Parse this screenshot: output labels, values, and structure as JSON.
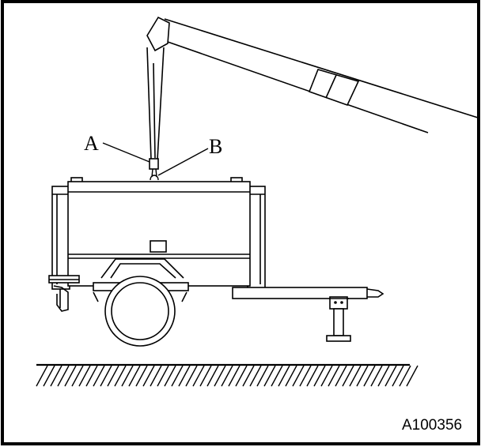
{
  "figure": {
    "callouts": {
      "a": "A",
      "b": "B"
    },
    "figure_id": "A100356"
  },
  "colors": {
    "line": "#000000",
    "background": "#ffffff"
  }
}
